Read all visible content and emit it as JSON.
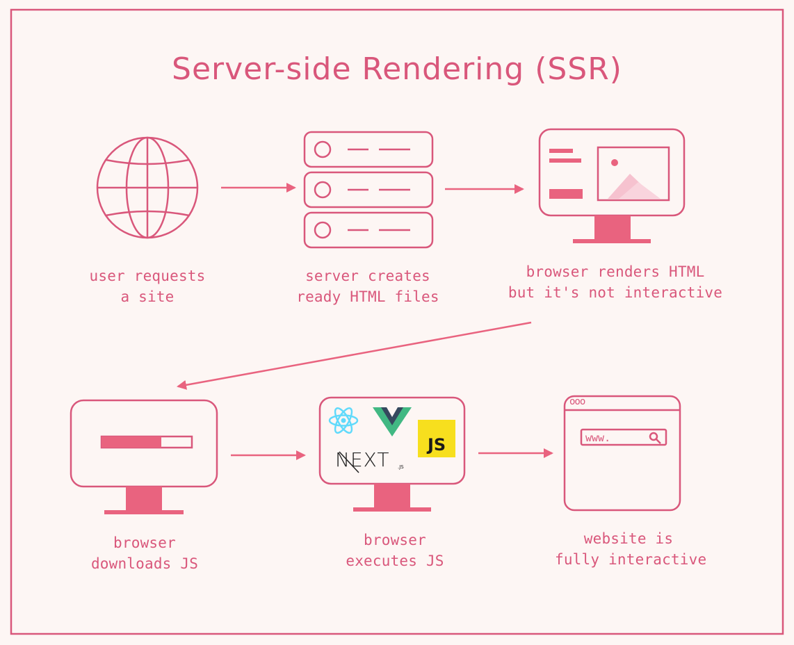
{
  "title": "Server-side Rendering (SSR)",
  "colors": {
    "accent": "#d9577b",
    "background": "#fdf6f4",
    "fill_light": "#f6c2cf",
    "monitor_stand": "#e9637f",
    "react": "#61dafb",
    "vue_green": "#41b883",
    "vue_dark": "#35495e",
    "js_yellow": "#f7df1e"
  },
  "steps": [
    {
      "icon": "globe-icon",
      "lines": [
        "user requests",
        "a site"
      ]
    },
    {
      "icon": "server-icon",
      "lines": [
        "server creates",
        "ready HTML files"
      ]
    },
    {
      "icon": "monitor-html-icon",
      "lines": [
        "browser renders HTML",
        "but it's not interactive"
      ]
    },
    {
      "icon": "monitor-download-icon",
      "lines": [
        "browser",
        "downloads JS"
      ]
    },
    {
      "icon": "monitor-frameworks-icon",
      "lines": [
        "browser",
        "executes JS"
      ]
    },
    {
      "icon": "browser-window-icon",
      "lines": [
        "website is",
        "fully interactive"
      ]
    }
  ],
  "logos": {
    "js": "JS",
    "next": "NEXT",
    "next_sub": ".JS"
  },
  "browser_window": {
    "dots": "ooo",
    "url": "www."
  }
}
